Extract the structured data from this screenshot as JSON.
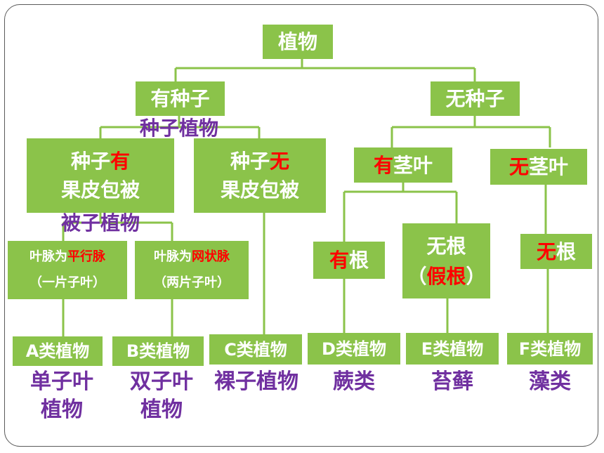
{
  "colors": {
    "box_fill": "#8bc34a",
    "connector": "#8bc34a",
    "box_text": "#ffffff",
    "emphasis_text": "#ff0000",
    "category_text": "#7030a0",
    "frame_border": "#5a5a5a"
  },
  "root": {
    "label": "植物"
  },
  "seeded": {
    "label": "有种子",
    "note": "种子植物"
  },
  "seedless": {
    "label": "无种子"
  },
  "covered": {
    "line1_a": "种子",
    "line1_b": "有",
    "line2": "果皮包被",
    "note": "被子植物"
  },
  "naked": {
    "line1_a": "种子",
    "line1_b": "无",
    "line2": "果皮包被"
  },
  "stem_leaf": {
    "a": "有",
    "b": "茎叶"
  },
  "no_stem_leaf": {
    "a": "无",
    "b": "茎叶"
  },
  "parallel": {
    "line1_a": "叶脉为",
    "line1_b": "平行脉",
    "line2": "（一片子叶）"
  },
  "netted": {
    "line1_a": "叶脉为",
    "line1_b": "网状脉",
    "line2": "（两片子叶）"
  },
  "has_root": {
    "a": "有",
    "b": "根"
  },
  "no_root_false": {
    "line1": "无根",
    "paren_open": "（",
    "red": "假根",
    "paren_close": "）"
  },
  "no_root": {
    "a": "无",
    "b": "根"
  },
  "leaves": [
    {
      "label": "A类植物",
      "category_1": "单子叶",
      "category_2": "植物"
    },
    {
      "label": "B类植物",
      "category_1": "双子叶",
      "category_2": "植物"
    },
    {
      "label": "C类植物",
      "category": "裸子植物"
    },
    {
      "label": "D类植物",
      "category": "蕨类"
    },
    {
      "label": "E类植物",
      "category": "苔藓"
    },
    {
      "label": "F类植物",
      "category": "藻类"
    }
  ]
}
